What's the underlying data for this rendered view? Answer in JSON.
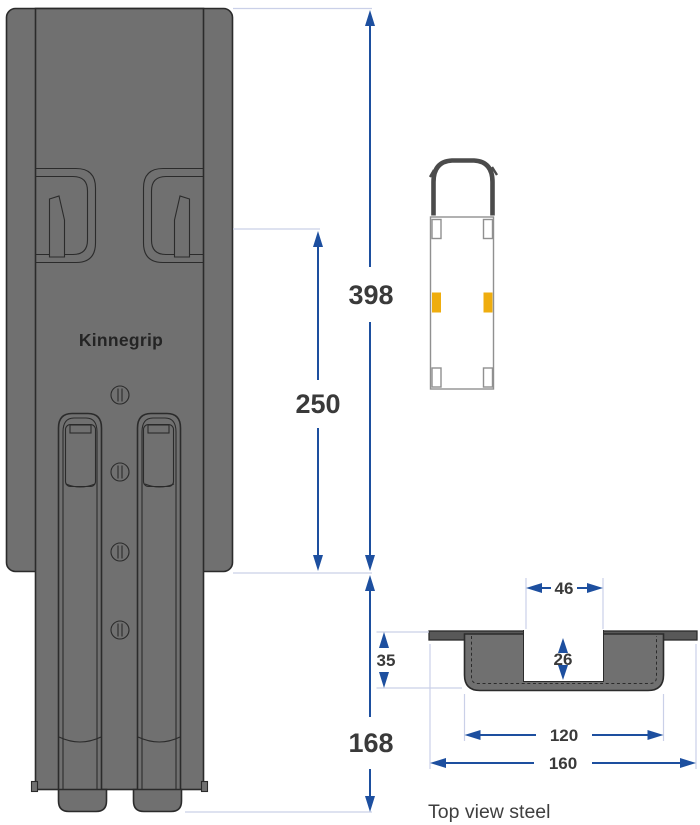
{
  "diagram": {
    "title_brand": "Kinnegrip",
    "caption": "Top view steel",
    "main_view": {
      "dim_overall": "398",
      "dim_upper": "250",
      "dim_lower": "168"
    },
    "section_view": {
      "dim_notch_width": "46",
      "dim_notch_depth": "26",
      "dim_height": "35",
      "dim_pocket_width": "120",
      "dim_overall_width": "160"
    },
    "colors": {
      "part_gray": "#707070",
      "outline": "#2b2b2b",
      "dimension_blue": "#1d4f9f",
      "extension_line": "#cad0e8",
      "label_text": "#3a3a3a",
      "highlight_yellow": "#efad0e",
      "truck_outline": "#909090",
      "cab_gray": "#4b4b4b"
    }
  }
}
